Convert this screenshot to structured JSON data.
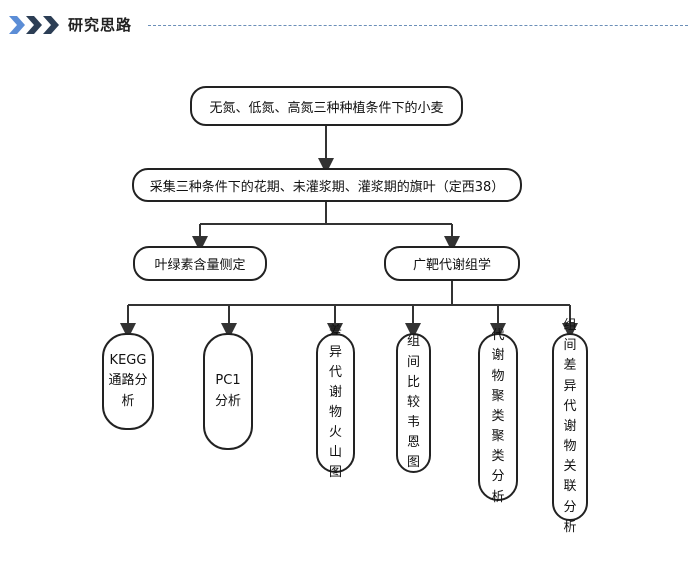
{
  "header": {
    "title": "研究思路",
    "chevron_icon": "triple-chevron-right-icon",
    "colors": {
      "chevron_light": "#5b8dd6",
      "chevron_dark": "#2c3e55",
      "dash": "#6b8fb8"
    }
  },
  "flowchart": {
    "node1": "无氮、低氮、高氮三种种植条件下的小麦",
    "node2": "采集三种条件下的花期、未灌浆期、灌浆期的旗叶（定西38）",
    "node3a": "叶绿素含量侧定",
    "node3b": "广靶代谢组学",
    "leaves": [
      "KEGG通路分析",
      "PC1分析",
      "差异代谢物火山图",
      "组间比较韦恩图",
      "代谢物聚类聚类分析",
      "组间差异代谢物关联分析"
    ]
  }
}
